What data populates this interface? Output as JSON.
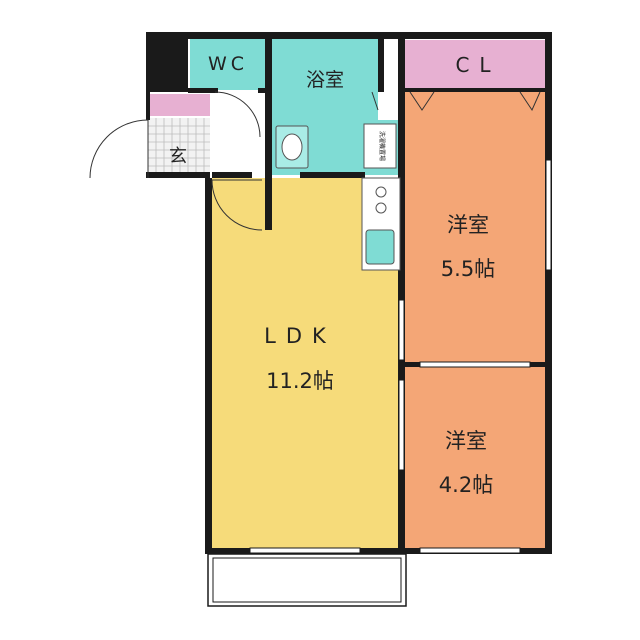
{
  "rooms": {
    "wc": {
      "label": "WC"
    },
    "bath": {
      "label": "浴室"
    },
    "closet": {
      "label": "CL"
    },
    "entrance": {
      "label": "玄"
    },
    "washer": {
      "label": "洗濯機置場"
    },
    "ldk": {
      "label": "LDK",
      "size": "11.2帖"
    },
    "western_1": {
      "label": "洋室",
      "size": "5.5帖"
    },
    "western_2": {
      "label": "洋室",
      "size": "4.2帖"
    }
  },
  "colors": {
    "wall": "#1a1a1a",
    "ldk": "#f6db7a",
    "western": "#f4a676",
    "wet_area": "#7fdcd4",
    "closet": "#e7b0d2",
    "entrance_tile": "#e6e6e6"
  }
}
